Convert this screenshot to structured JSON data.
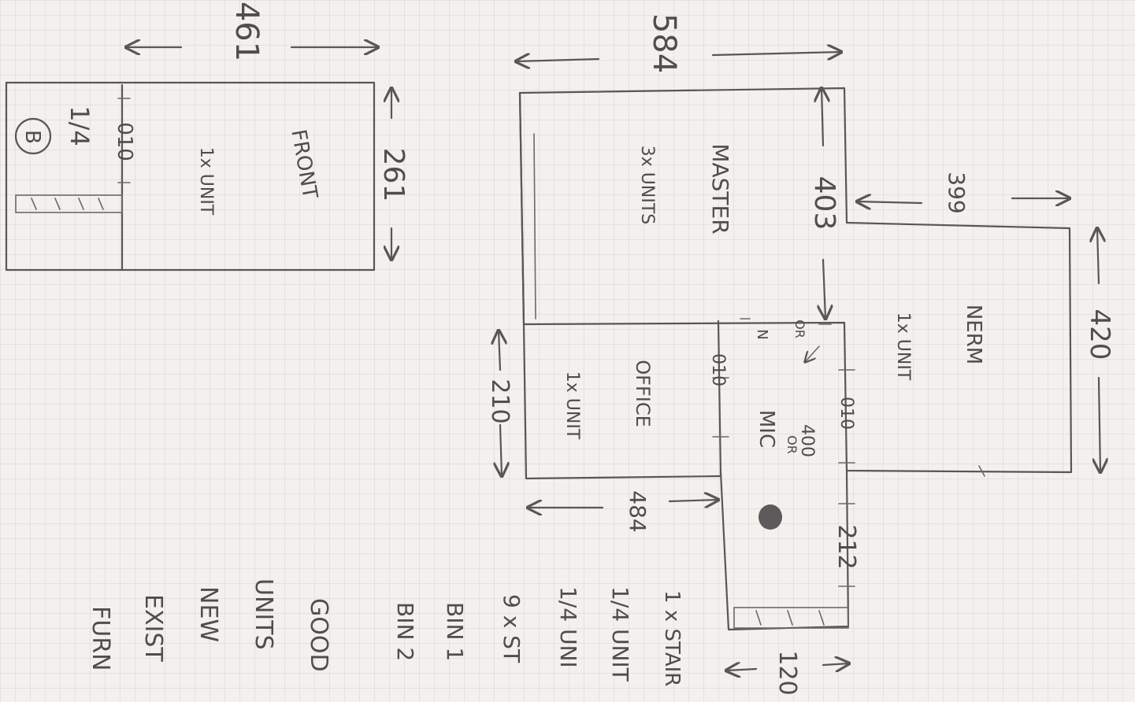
{
  "rooms": {
    "front": {
      "name": "FRONT",
      "units": "1x UNIT"
    },
    "master": {
      "name": "MASTER",
      "units": "3x UNITS"
    },
    "office": {
      "name": "OFFICE",
      "units": "1x UNIT"
    },
    "nerm": {
      "name": "NERM",
      "units": "1x UNIT"
    },
    "mic": {
      "name": "MIC"
    }
  },
  "dimensions": {
    "front_width": "461",
    "front_depth": "261",
    "front_010": "010",
    "front_1_4": "1/4",
    "front_marker": "B",
    "master_width": "584",
    "master_inner": "403",
    "nerm_top": "399",
    "nerm_depth": "420",
    "office_depth": "210",
    "office_010": "010",
    "office_n": "N",
    "office_or": "OR",
    "nerm_010": "010",
    "hall_400": "400",
    "hall_or": "OR",
    "hall_212": "212",
    "hall_484": "484",
    "hall_120": "120"
  },
  "legend": [
    {
      "text": "GOOD"
    },
    {
      "text": "UNITS"
    },
    {
      "text": "NEW"
    },
    {
      "text": "EXIST"
    },
    {
      "text": "FURN"
    }
  ],
  "notes": [
    {
      "text": "1 x STAIR"
    },
    {
      "text": "1/4 UNIT"
    },
    {
      "text": "1/4 UNI"
    },
    {
      "text": "9 x ST"
    },
    {
      "text": "BIN 1"
    },
    {
      "text": "BIN 2"
    }
  ]
}
